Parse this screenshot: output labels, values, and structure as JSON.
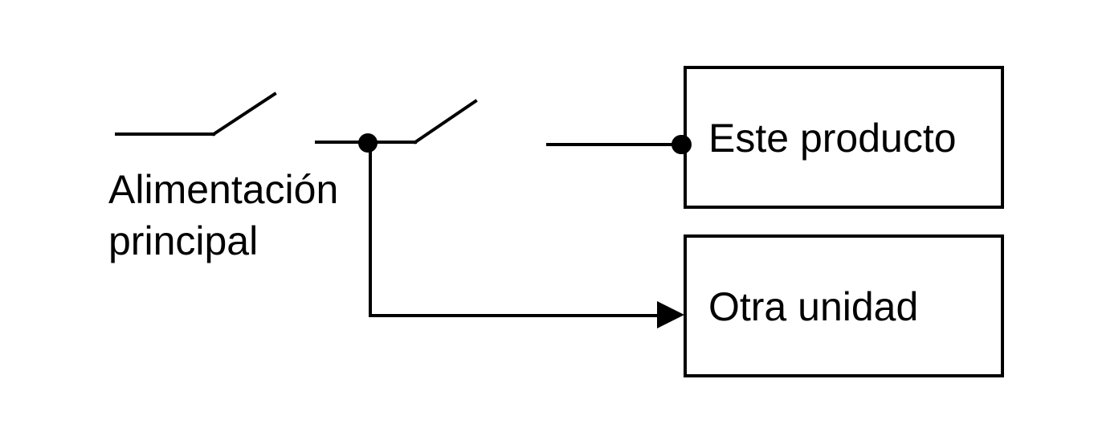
{
  "labels": {
    "main_power_line1": "Alimentación",
    "main_power_line2": "principal",
    "this_product": "Este producto",
    "other_unit": "Otra unidad"
  },
  "colors": {
    "stroke": "#000000",
    "background": "#ffffff"
  }
}
